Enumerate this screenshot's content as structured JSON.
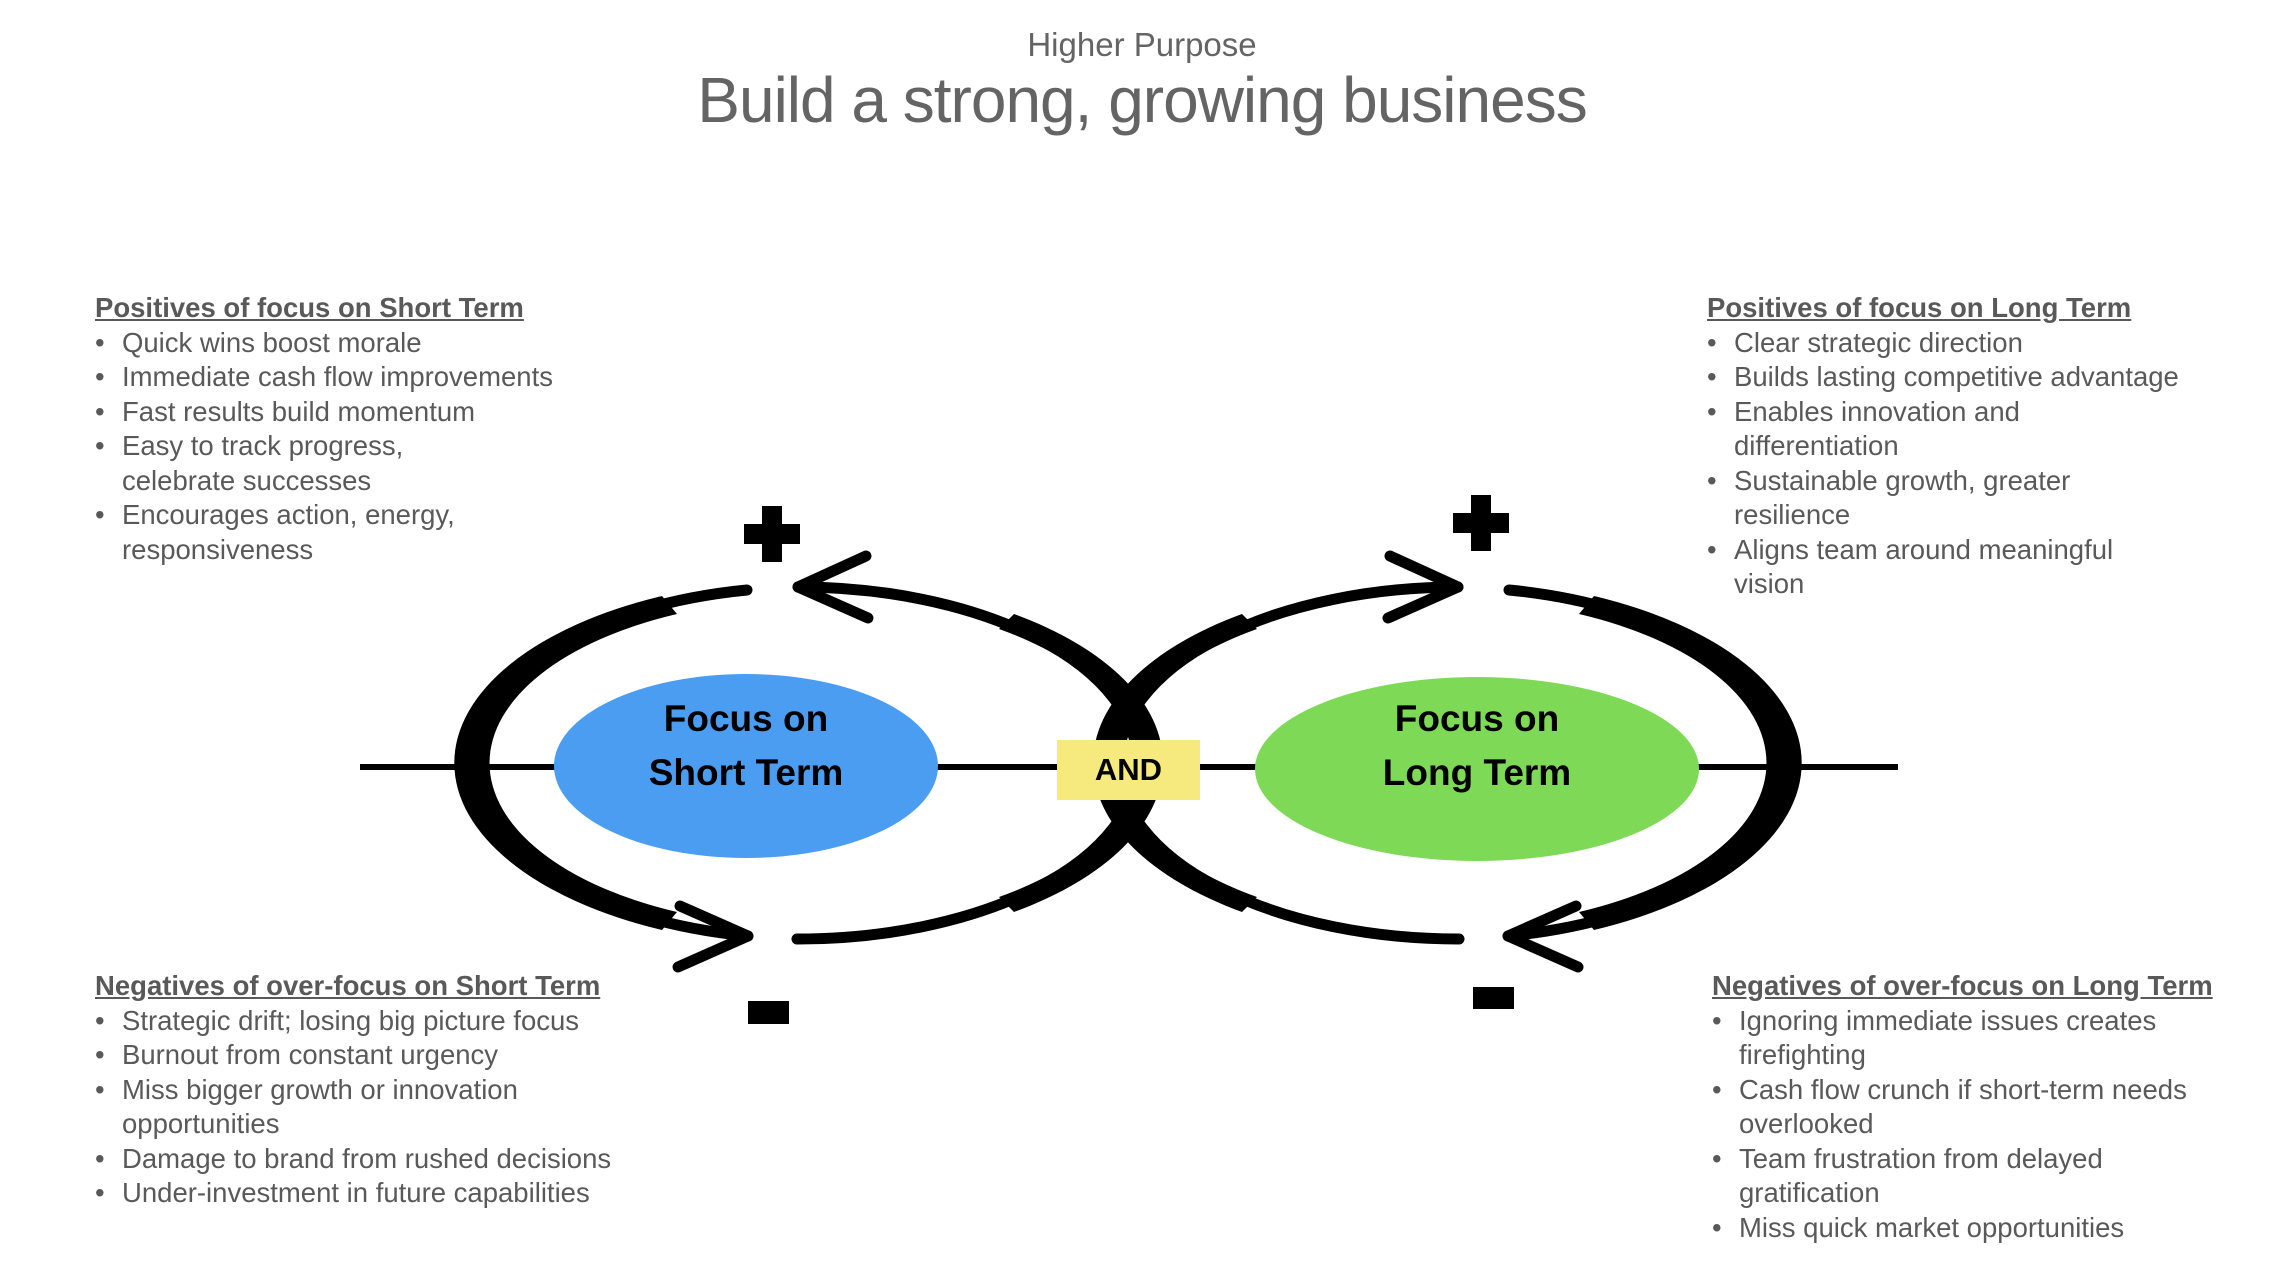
{
  "title": {
    "eyebrow": "Higher Purpose",
    "main": "Build a strong, growing business"
  },
  "quadrants": {
    "top_left": {
      "heading": "Positives of focus on Short Term",
      "items": [
        "Quick wins boost morale",
        "Immediate cash flow improvements",
        "Fast results build momentum",
        "Easy to track progress,\ncelebrate successes",
        "Encourages action, energy,\nresponsiveness"
      ]
    },
    "top_right": {
      "heading": "Positives of focus on Long Term",
      "items": [
        "Clear strategic direction",
        "Builds lasting competitive advantage",
        "Enables innovation and\ndifferentiation",
        "Sustainable growth, greater\nresilience",
        "Aligns team around meaningful\nvision"
      ]
    },
    "bottom_left": {
      "heading": "Negatives of over-focus on Short Term",
      "items": [
        "Strategic drift; losing big picture focus",
        "Burnout from constant urgency",
        "Miss bigger growth or innovation\nopportunities",
        "Damage to brand from rushed decisions",
        "Under-investment in future capabilities"
      ]
    },
    "bottom_right": {
      "heading": "Negatives of over-focus on Long Term",
      "items": [
        "Ignoring immediate issues creates\nfirefighting",
        "Cash flow crunch if short-term needs\noverlooked",
        "Team frustration from delayed\ngratification",
        "Miss quick market opportunities"
      ]
    }
  },
  "poles": {
    "left": {
      "line1": "Focus on",
      "line2": "Short Term",
      "color": "#4A9DF0"
    },
    "right": {
      "line1": "Focus on",
      "line2": "Long Term",
      "color": "#7ED957"
    }
  },
  "connector": {
    "label": "AND",
    "color": "#F6E97E"
  },
  "glyphs": {
    "bullet": "•"
  },
  "colors": {
    "loop": "#000000",
    "title_text": "#646464",
    "list_text": "#595959",
    "pole_text": "#000000"
  }
}
